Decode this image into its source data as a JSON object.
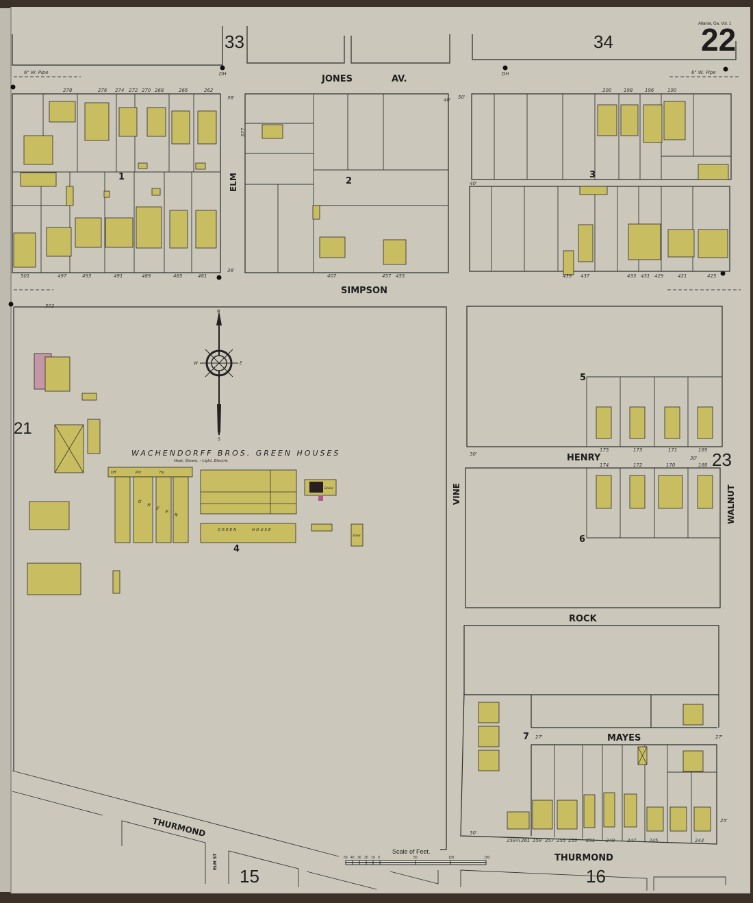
{
  "sheet": {
    "page_number": "22",
    "header_note": "Atlanta, Ga. Vol. 1",
    "adjacent_sheets": {
      "top_left": "33",
      "top_right": "34",
      "left": "21",
      "right": "23",
      "bottom_left": "15",
      "bottom_right": "16"
    }
  },
  "streets": {
    "jones": "JONES",
    "av": "AV.",
    "simpson": "SIMPSON",
    "elm": "ELM",
    "elm_st": "ELM ST",
    "vine": "VINE",
    "henry": "HENRY",
    "walnut": "WALNUT",
    "rock": "ROCK",
    "mayes": "MAYES",
    "thurmond_diag": "THURMOND",
    "thurmond": "THURMOND"
  },
  "blocks": [
    "1",
    "2",
    "3",
    "4",
    "5",
    "6",
    "7"
  ],
  "water_pipe_label": "6\" W. Pipe",
  "hydrant_label": "DH",
  "greenhouse": {
    "title": "WACHENDORFF BROS. GREEN HOUSES",
    "subtitle": "Heat, Steam, - Light, Electric",
    "parts": [
      "Off",
      "Pot",
      "Ho",
      "GREEN",
      "HOUSE",
      "Shed",
      "Boiler"
    ]
  },
  "compass": {
    "n": "N",
    "s": "S",
    "e": "E",
    "w": "W"
  },
  "scale": {
    "title": "Scale of Feet.",
    "ticks": [
      "50",
      "40",
      "30",
      "20",
      "10",
      "0",
      "50",
      "100",
      "150"
    ]
  },
  "house_numbers": {
    "block1_top": [
      "278",
      "276",
      "274",
      "272",
      "270",
      "268",
      "266",
      "262"
    ],
    "block1_bottom": [
      "501",
      "497",
      "493",
      "491",
      "489",
      "485",
      "481"
    ],
    "block2": [
      "377",
      "407",
      "457",
      "455"
    ],
    "block3_top": [
      "200",
      "198",
      "196",
      "190"
    ],
    "block3_bottom": [
      "439",
      "437",
      "433",
      "431",
      "429",
      "421",
      "425"
    ],
    "henry_north": [
      "175",
      "173",
      "171",
      "169"
    ],
    "henry_south": [
      "174",
      "172",
      "170",
      "168"
    ],
    "thurmond": [
      "259½",
      "261",
      "259",
      "257",
      "255",
      "253",
      "251",
      "249",
      "247",
      "245",
      "243"
    ],
    "simpson_corner": "502"
  },
  "dimensions": [
    "36'",
    "30'",
    "40'",
    "50'",
    "27'",
    "25'"
  ],
  "colors": {
    "paper": "#cbc8bb",
    "frame": "#3b3129",
    "dwelling": "#c9bd62",
    "brick": "#c497a6",
    "ink": "#2b2b2b"
  }
}
